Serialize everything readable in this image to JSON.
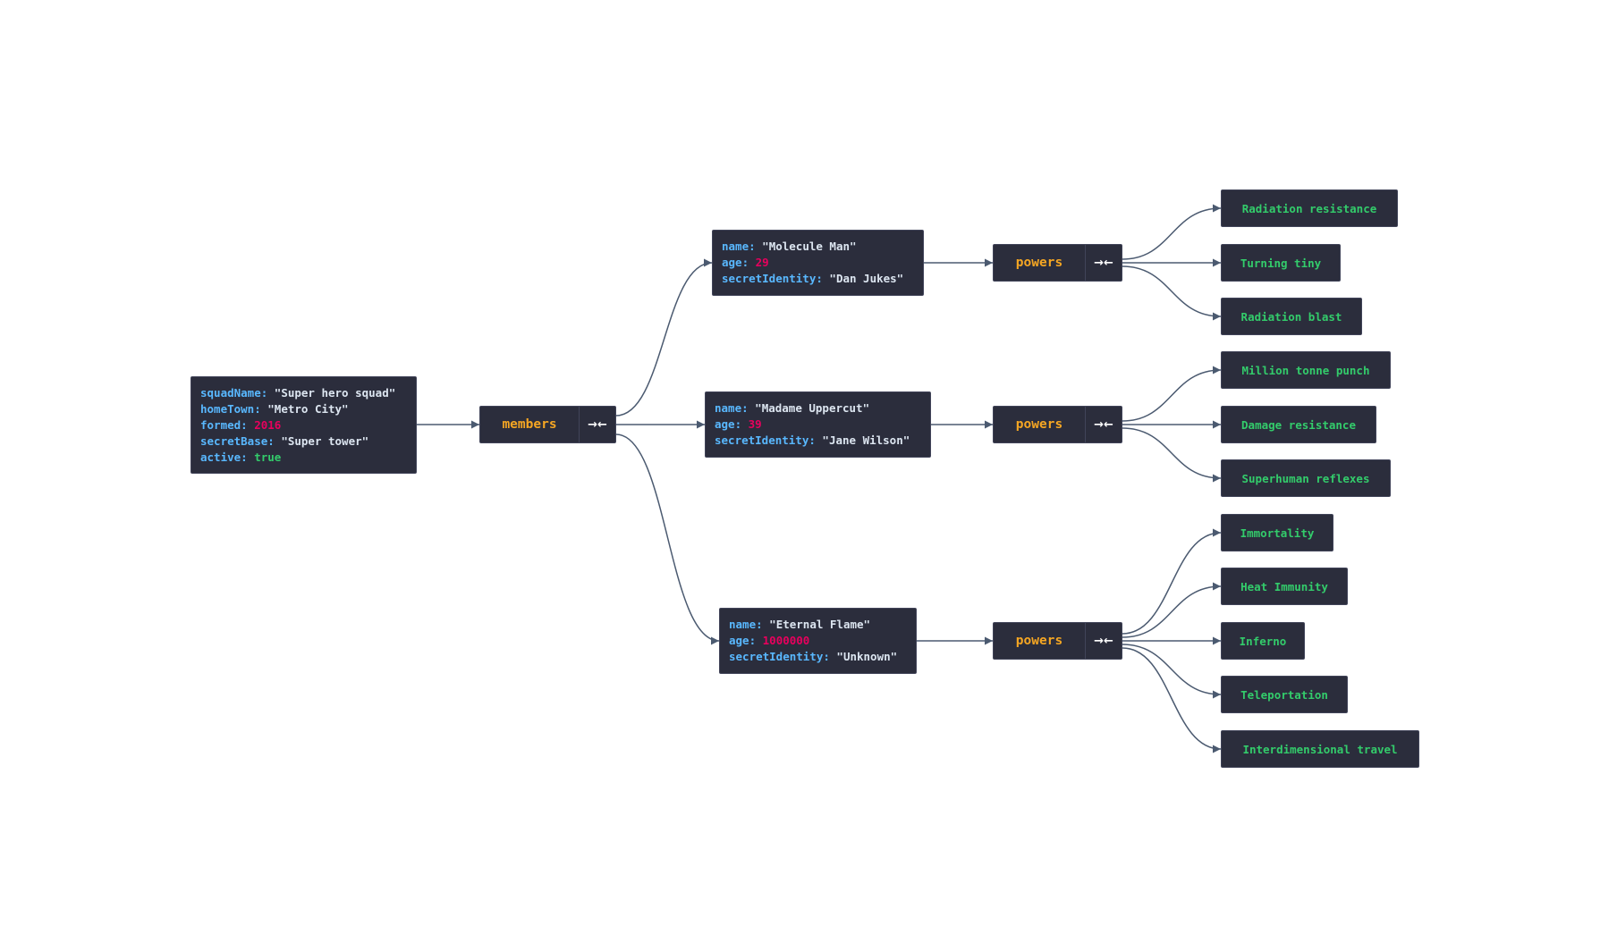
{
  "root": {
    "squadName": "\"Super hero squad\"",
    "homeTown": "\"Metro City\"",
    "formed": "2016",
    "secretBase": "\"Super tower\"",
    "active": "true"
  },
  "keys": {
    "squadName": "squadName:",
    "homeTown": "homeTown:",
    "formed": "formed:",
    "secretBase": "secretBase:",
    "active": "active:",
    "name": "name:",
    "age": "age:",
    "secretIdentity": "secretIdentity:"
  },
  "members_label": "members",
  "powers_label": "powers",
  "collapse_icon": "→←",
  "members": [
    {
      "name": "\"Molecule Man\"",
      "age": "29",
      "secretIdentity": "\"Dan Jukes\"",
      "powers": [
        "Radiation resistance",
        "Turning tiny",
        "Radiation blast"
      ]
    },
    {
      "name": "\"Madame Uppercut\"",
      "age": "39",
      "secretIdentity": "\"Jane Wilson\"",
      "powers": [
        "Million tonne punch",
        "Damage resistance",
        "Superhuman reflexes"
      ]
    },
    {
      "name": "\"Eternal Flame\"",
      "age": "1000000",
      "secretIdentity": "\"Unknown\"",
      "powers": [
        "Immortality",
        "Heat Immunity",
        "Inferno",
        "Teleportation",
        "Interdimensional travel"
      ]
    }
  ],
  "colors": {
    "node_bg": "#2b2d3c",
    "edge": "#4b5a70",
    "key": "#59b8ff",
    "string": "#dce5f0",
    "number": "#e8005d",
    "boolean": "#33cc6b",
    "array_label": "#f5a623"
  }
}
